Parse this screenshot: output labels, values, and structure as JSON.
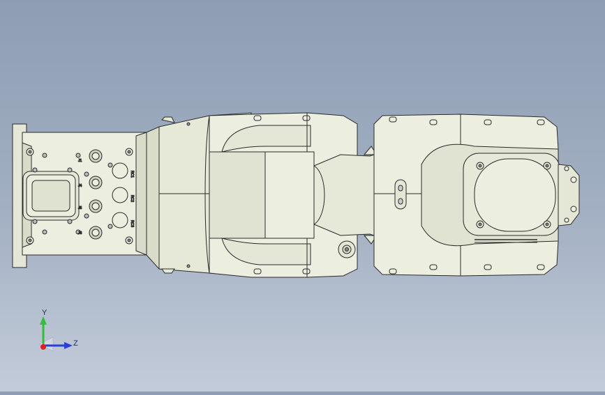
{
  "viewport": {
    "background_top": "#8e9db3",
    "background_bottom": "#c3ccd9",
    "model_fill": "#eceee0",
    "model_shade": "#d4d8c4",
    "edge_color": "#2a2a2a"
  },
  "base_panel": {
    "labels": [
      "J1",
      "J4",
      "J5",
      "J6"
    ],
    "side_labels": [
      "RC1",
      "RC2",
      "RC3"
    ]
  },
  "triad": {
    "y_label": "Y",
    "z_label": "Z",
    "y_color": "#2fbf3a",
    "z_color": "#2a3fd6",
    "x_color": "#e02020"
  }
}
